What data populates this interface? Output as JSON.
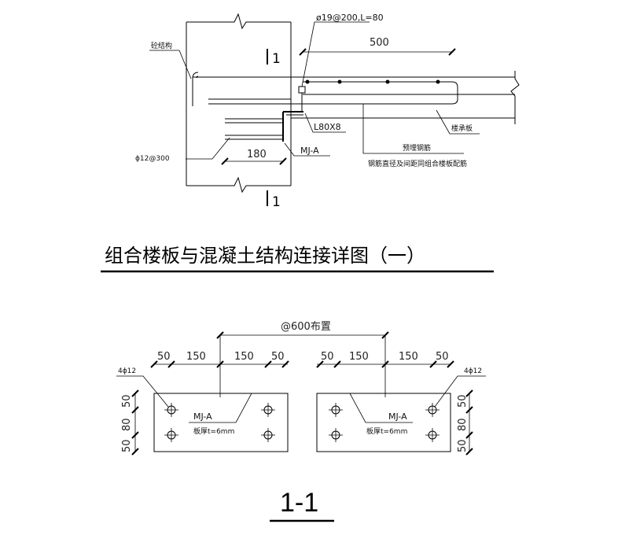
{
  "top_detail": {
    "rebar_label": "ø19@200,L=80",
    "dim_500": "500",
    "concrete_label": "砼结构",
    "angle_label": "L80X8",
    "floor_label": "楼承板",
    "embed_label": "MJ-A",
    "dim_180": "180",
    "stirrup_label": "ɸ12@300",
    "pre_rebar_label": "预埋钢筋",
    "rebar_note": "钢筋直径及间距同组合楼板配筋",
    "section_mark_top": "1",
    "section_mark_bottom": "1"
  },
  "title_top": "组合楼板与混凝土结构连接详图（一）",
  "bottom_detail": {
    "spacing_label": "@600布置",
    "dims_left": [
      "50",
      "150",
      "150",
      "50"
    ],
    "dims_right": [
      "50",
      "150",
      "150",
      "50"
    ],
    "bolt_label_left": "4ɸ12",
    "bolt_label_right": "4ɸ12",
    "plate_label": "MJ-A",
    "thickness_label": "板厚t=6mm",
    "vdims_left": [
      "50",
      "80",
      "50"
    ],
    "vdims_right": [
      "50",
      "80",
      "50"
    ]
  },
  "title_bottom": "1-1"
}
